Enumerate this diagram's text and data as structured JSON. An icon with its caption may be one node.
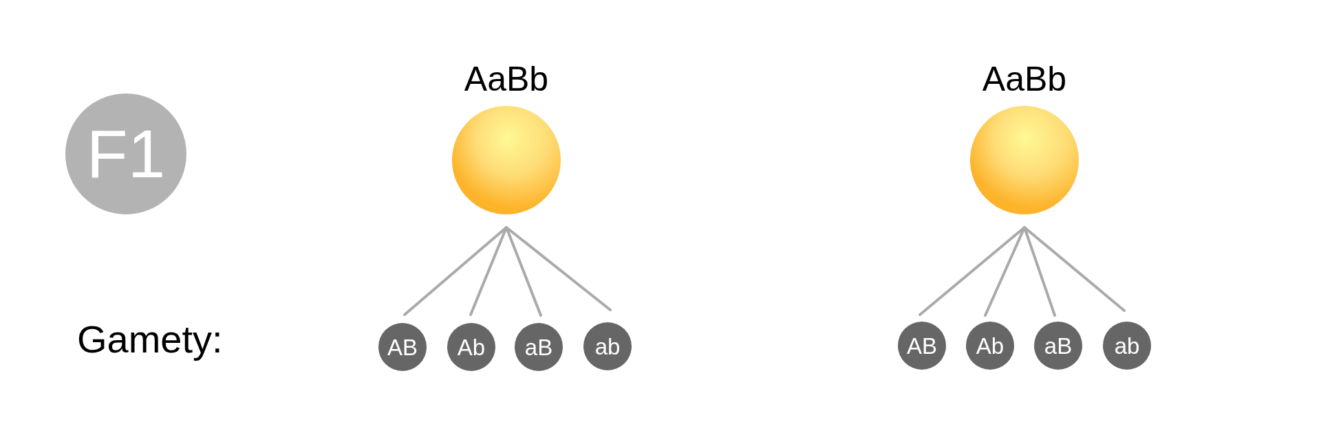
{
  "diagram": {
    "nodes": [
      {
        "text": [
          "F1"
        ]
      },
      {
        "text": [
          "AaBb"
        ]
      },
      {
        "text": [
          "AaBb"
        ]
      },
      {
        "text": [
          "AB"
        ]
      },
      {
        "text": [
          "Ab"
        ]
      },
      {
        "text": [
          "aB"
        ]
      },
      {
        "text": [
          "ab"
        ]
      },
      {
        "text": [
          "AB"
        ]
      },
      {
        "text": [
          "Ab"
        ]
      },
      {
        "text": [
          "aB"
        ]
      },
      {
        "text": [
          "ab"
        ]
      }
    ],
    "edges": [
      {
        "from": 1,
        "to": 3,
        "arrow": "none"
      },
      {
        "from": 1,
        "to": 4,
        "arrow": "none"
      },
      {
        "from": 1,
        "to": 5,
        "arrow": "none"
      },
      {
        "from": 1,
        "to": 6,
        "arrow": "none"
      },
      {
        "from": 2,
        "to": 7,
        "arrow": "none"
      },
      {
        "from": 2,
        "to": 8,
        "arrow": "none"
      },
      {
        "from": 2,
        "to": 9,
        "arrow": "none"
      },
      {
        "from": 2,
        "to": 10,
        "arrow": "none"
      }
    ],
    "labels": [
      "Gamety:"
    ]
  }
}
